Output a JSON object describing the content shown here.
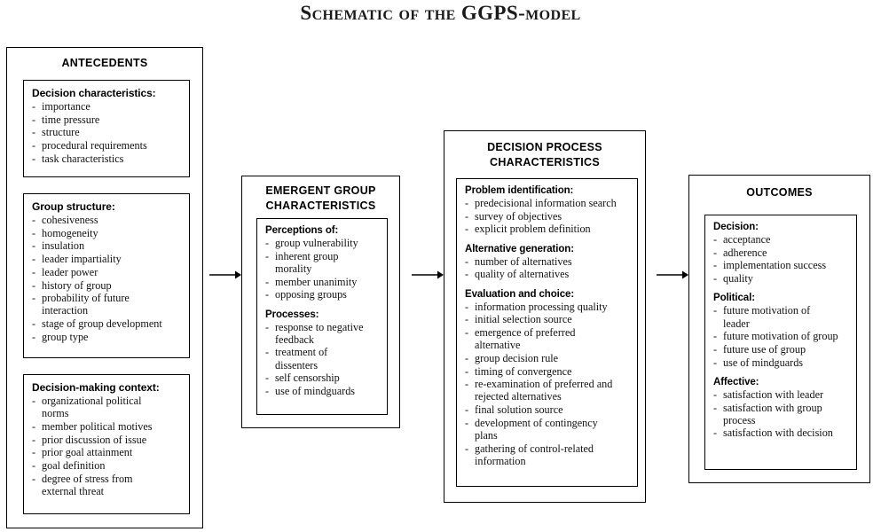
{
  "title": {
    "prefix": "Schematic of the ",
    "emphasis": "GGPS",
    "suffix": "-model",
    "full": "SCHEMATIC OF THE GGPS-MODEL"
  },
  "arrows": [
    {
      "name": "arrow-antecedents-to-emergent",
      "label": "→"
    },
    {
      "name": "arrow-emergent-to-decision",
      "label": "→"
    },
    {
      "name": "arrow-decision-to-outcomes",
      "label": "→"
    }
  ],
  "boxes": {
    "antecedents": {
      "title": "ANTECEDENTS",
      "groups": [
        {
          "heading": "Decision characteristics:",
          "items": [
            "importance",
            "time pressure",
            "structure",
            "procedural requirements",
            "task characteristics"
          ]
        },
        {
          "heading": "Group structure:",
          "items": [
            "cohesiveness",
            "homogeneity",
            "insulation",
            "leader impartiality",
            "leader power",
            "history of group",
            "probability of future\ninteraction",
            "stage of group development",
            "group type"
          ]
        },
        {
          "heading": "Decision-making context:",
          "items": [
            "organizational political\nnorms",
            "member political motives",
            "prior discussion of issue",
            "prior goal attainment",
            "goal definition",
            "degree of stress from\nexternal threat"
          ]
        }
      ]
    },
    "emergent": {
      "title_line1": "EMERGENT GROUP",
      "title_line2": "CHARACTERISTICS",
      "groups": [
        {
          "heading": "Perceptions of:",
          "items": [
            "group vulnerability",
            "inherent group\nmorality",
            "member unanimity",
            "opposing groups"
          ]
        },
        {
          "heading": "Processes:",
          "items": [
            "response to negative\nfeedback",
            "treatment of\ndissenters",
            "self censorship",
            "use of mindguards"
          ]
        }
      ]
    },
    "decision_process": {
      "title_line1": "DECISION PROCESS",
      "title_line2": "CHARACTERISTICS",
      "groups": [
        {
          "heading": "Problem identification:",
          "items": [
            "predecisional information search",
            "survey of objectives",
            "explicit problem definition"
          ]
        },
        {
          "heading": "Alternative generation:",
          "items": [
            "number of alternatives",
            "quality of alternatives"
          ]
        },
        {
          "heading": "Evaluation and choice:",
          "items": [
            "information processing quality",
            "initial selection source",
            "emergence of preferred\nalternative",
            "group decision rule",
            "timing of convergence",
            "re-examination of preferred and\nrejected alternatives",
            "final solution source",
            "development of contingency\nplans",
            "gathering of control-related\ninformation"
          ]
        }
      ]
    },
    "outcomes": {
      "title": "OUTCOMES",
      "groups": [
        {
          "heading": "Decision:",
          "items": [
            "acceptance",
            "adherence",
            "implementation success",
            "quality"
          ]
        },
        {
          "heading": "Political:",
          "items": [
            "future motivation of\nleader",
            "future motivation of group",
            "future use of group",
            "use of mindguards"
          ]
        },
        {
          "heading": "Affective:",
          "items": [
            "satisfaction with leader",
            "satisfaction with group\nprocess",
            "satisfaction with decision"
          ]
        }
      ]
    }
  },
  "colors": {
    "ink": "#000000",
    "background": "#ffffff",
    "text": "#111111"
  }
}
